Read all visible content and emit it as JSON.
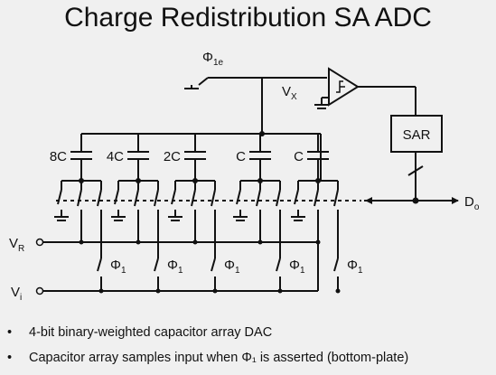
{
  "title": "Charge Redistribution SA ADC",
  "circuit": {
    "capacitors": [
      "8C",
      "4C",
      "2C",
      "C",
      "C"
    ],
    "reset_switch": {
      "label": "Φ",
      "sub": "1e"
    },
    "comparator_output": {
      "label": "V",
      "sub": "X"
    },
    "sar_block": "SAR",
    "output": {
      "label": "D",
      "sub": "o"
    },
    "vref": {
      "label": "V",
      "sub": "R"
    },
    "vin": {
      "label": "V",
      "sub": "i"
    },
    "sample_switch": {
      "label": "Φ",
      "sub": "1"
    }
  },
  "bullets": [
    "4-bit binary-weighted capacitor array DAC",
    "Capacitor array samples input when Φ₁ is asserted (bottom-plate)"
  ]
}
